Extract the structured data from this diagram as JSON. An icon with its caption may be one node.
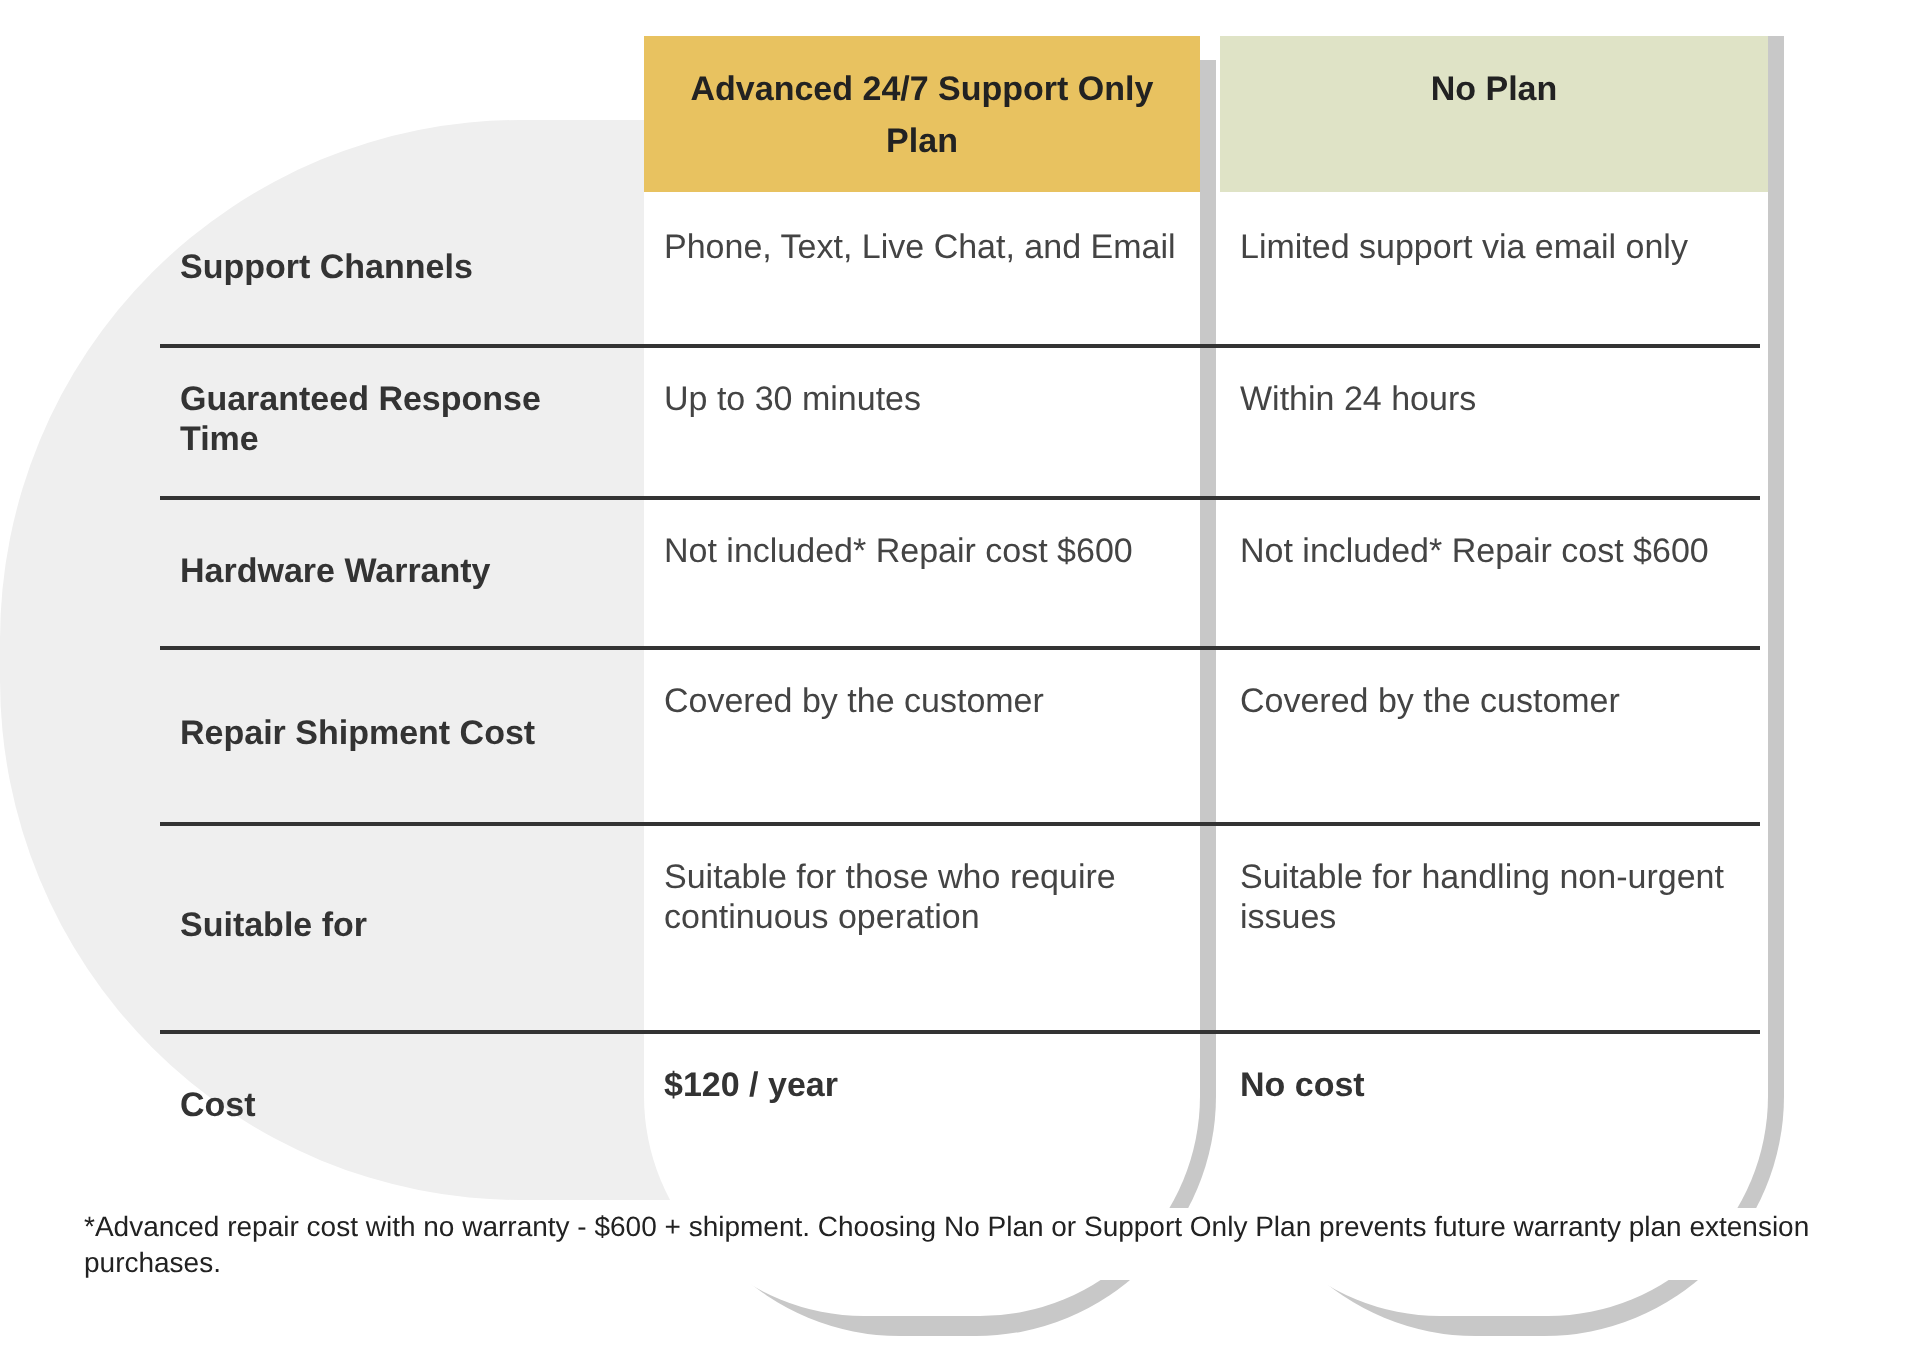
{
  "diagram": {
    "labels": [
      "Advanced 24/7 Support Only Plan",
      "No Plan",
      "Support Channels",
      "Phone, Text, Live Chat, and Email",
      "Limited support via email only",
      "Guaranteed Response Time",
      "Up to 30 minutes",
      "Within 24 hours",
      "Hardware Warranty",
      "Not included* Repair cost $600",
      "Not included* Repair cost $600",
      "Repair Shipment Cost",
      "Covered by the customer",
      "Covered by the customer",
      "Suitable for",
      "Suitable for those who require continuous operation",
      "Suitable for handling non-urgent issues",
      "Cost",
      "$120 / year",
      "No cost",
      "*Advanced repair cost with no warranty - $600 + shipment. Choosing No Plan or Support Only Plan prevents future warranty plan extension purchases."
    ]
  }
}
